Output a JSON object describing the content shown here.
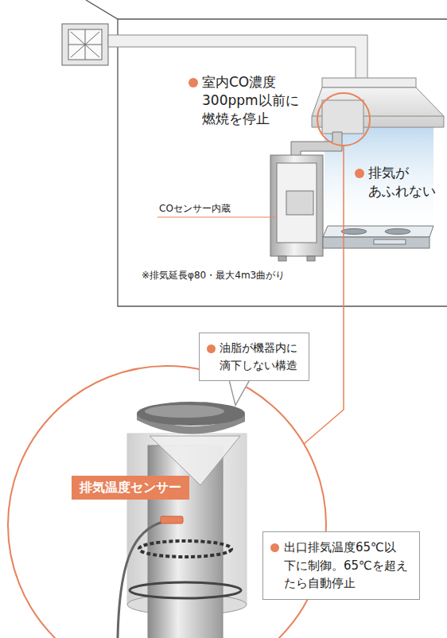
{
  "diagram": {
    "nodes": [
      {
        "text": [
          "油脂が機器内に 滴下しない構造"
        ]
      },
      {
        "text": [
          "排気温度センサー"
        ]
      },
      {
        "text": [
          "出口排気温度65℃以 下に制御。65℃を超え たら自動停止"
        ]
      }
    ],
    "labels": [
      "室内CO濃度 300ppm以前に 燃焼を停止",
      "排気が あふれない",
      "COセンサー内蔵",
      "※排気延長φ80・最大4m3曲がり"
    ]
  }
}
